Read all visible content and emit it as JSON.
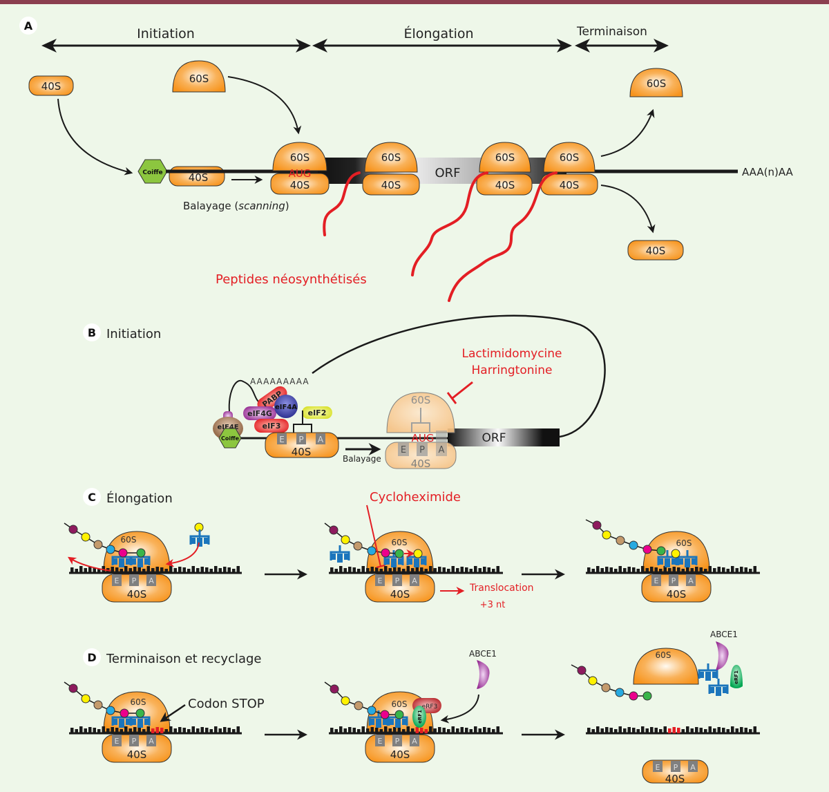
{
  "panels": {
    "A": {
      "badge": "A",
      "phases": [
        "Initiation",
        "Élongation",
        "Terminaison"
      ],
      "subunit_large": "60S",
      "subunit_small": "40S",
      "cap_label": "Coiffe",
      "start_codon": "AUG",
      "orf_label": "ORF",
      "polyA_label": "AAA(n)AA",
      "scanning_label": "Balayage (",
      "scanning_italic": "scanning",
      "scanning_close": ")",
      "peptides_label": "Peptides néosynthétisés"
    },
    "B": {
      "badge": "B",
      "title": "Initiation",
      "polyA_tail": "AAAAAAAAA",
      "factors": [
        "PABP",
        "eIF4G",
        "eIF4A",
        "eIF4E",
        "eIF3",
        "eIF2"
      ],
      "cap_label": "Coiffe",
      "sites": [
        "E",
        "P",
        "A"
      ],
      "subunit_large": "60S",
      "subunit_small": "40S",
      "scanning_label": "Balayage",
      "start_codon": "AUG",
      "orf_label": "ORF",
      "inhibitors": [
        "Lactimidomycine",
        "Harringtonine"
      ]
    },
    "C": {
      "badge": "C",
      "title": "Élongation",
      "sites": [
        "E",
        "P",
        "A"
      ],
      "subunit_large": "60S",
      "subunit_small": "40S",
      "inhibitor": "Cycloheximide",
      "translocation_label": "Translocation",
      "translocation_step": "+3 nt"
    },
    "D": {
      "badge": "D",
      "title": "Terminaison et recyclage",
      "sites": [
        "E",
        "P",
        "A"
      ],
      "subunit_large": "60S",
      "subunit_small": "40S",
      "stop_codon_label": "Codon STOP",
      "release_factors": [
        "eRF1",
        "eRF3"
      ],
      "recycling_factor": "ABCE1"
    }
  },
  "colors": {
    "background": "#eef7e9",
    "ribosome": "#f7941d",
    "inhibitor_red": "#e31e24",
    "trna_blue": "#1b75bc",
    "cap_green": "#8cc63f",
    "top_border": "#8b3f4f"
  },
  "amino_acid_colors": [
    "#8e1b5e",
    "#fff200",
    "#c49a6c",
    "#27aae1",
    "#ec008c",
    "#39b54a"
  ]
}
